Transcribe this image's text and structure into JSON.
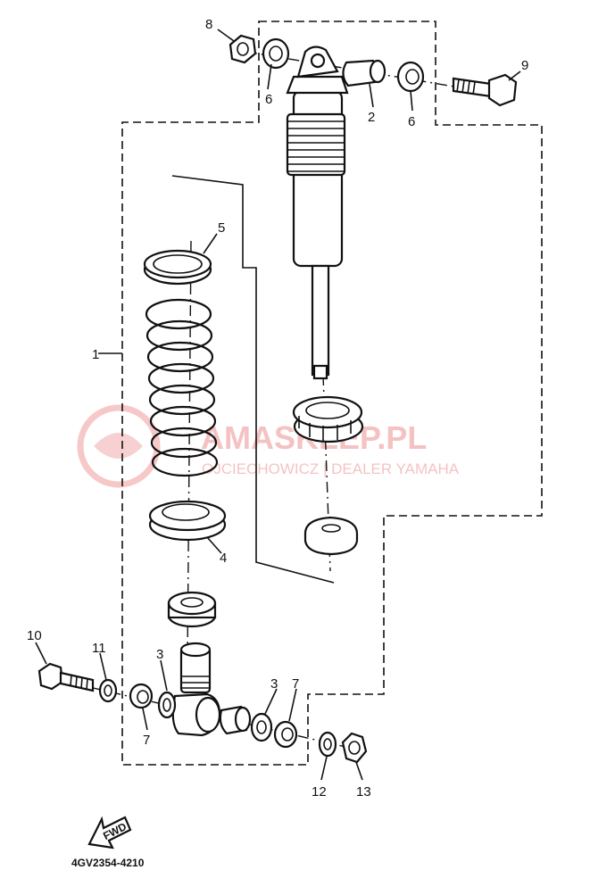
{
  "diagram": {
    "diagram_code": "4GV2354-4210",
    "fwd_arrow_label": "FWD",
    "watermark": {
      "brand": "AMASKLEP.PL",
      "tagline": "OJCIECHOWICZ | DEALER YAMAHA"
    },
    "callouts": [
      {
        "id": "c1",
        "label": "1"
      },
      {
        "id": "c2",
        "label": "2"
      },
      {
        "id": "c3a",
        "label": "3"
      },
      {
        "id": "c3b",
        "label": "3"
      },
      {
        "id": "c4",
        "label": "4"
      },
      {
        "id": "c5",
        "label": "5"
      },
      {
        "id": "c6a",
        "label": "6"
      },
      {
        "id": "c6b",
        "label": "6"
      },
      {
        "id": "c7a",
        "label": "7"
      },
      {
        "id": "c7b",
        "label": "7"
      },
      {
        "id": "c8",
        "label": "8"
      },
      {
        "id": "c9",
        "label": "9"
      },
      {
        "id": "c10",
        "label": "10"
      },
      {
        "id": "c11",
        "label": "11"
      },
      {
        "id": "c12",
        "label": "12"
      },
      {
        "id": "c13",
        "label": "13"
      }
    ]
  }
}
